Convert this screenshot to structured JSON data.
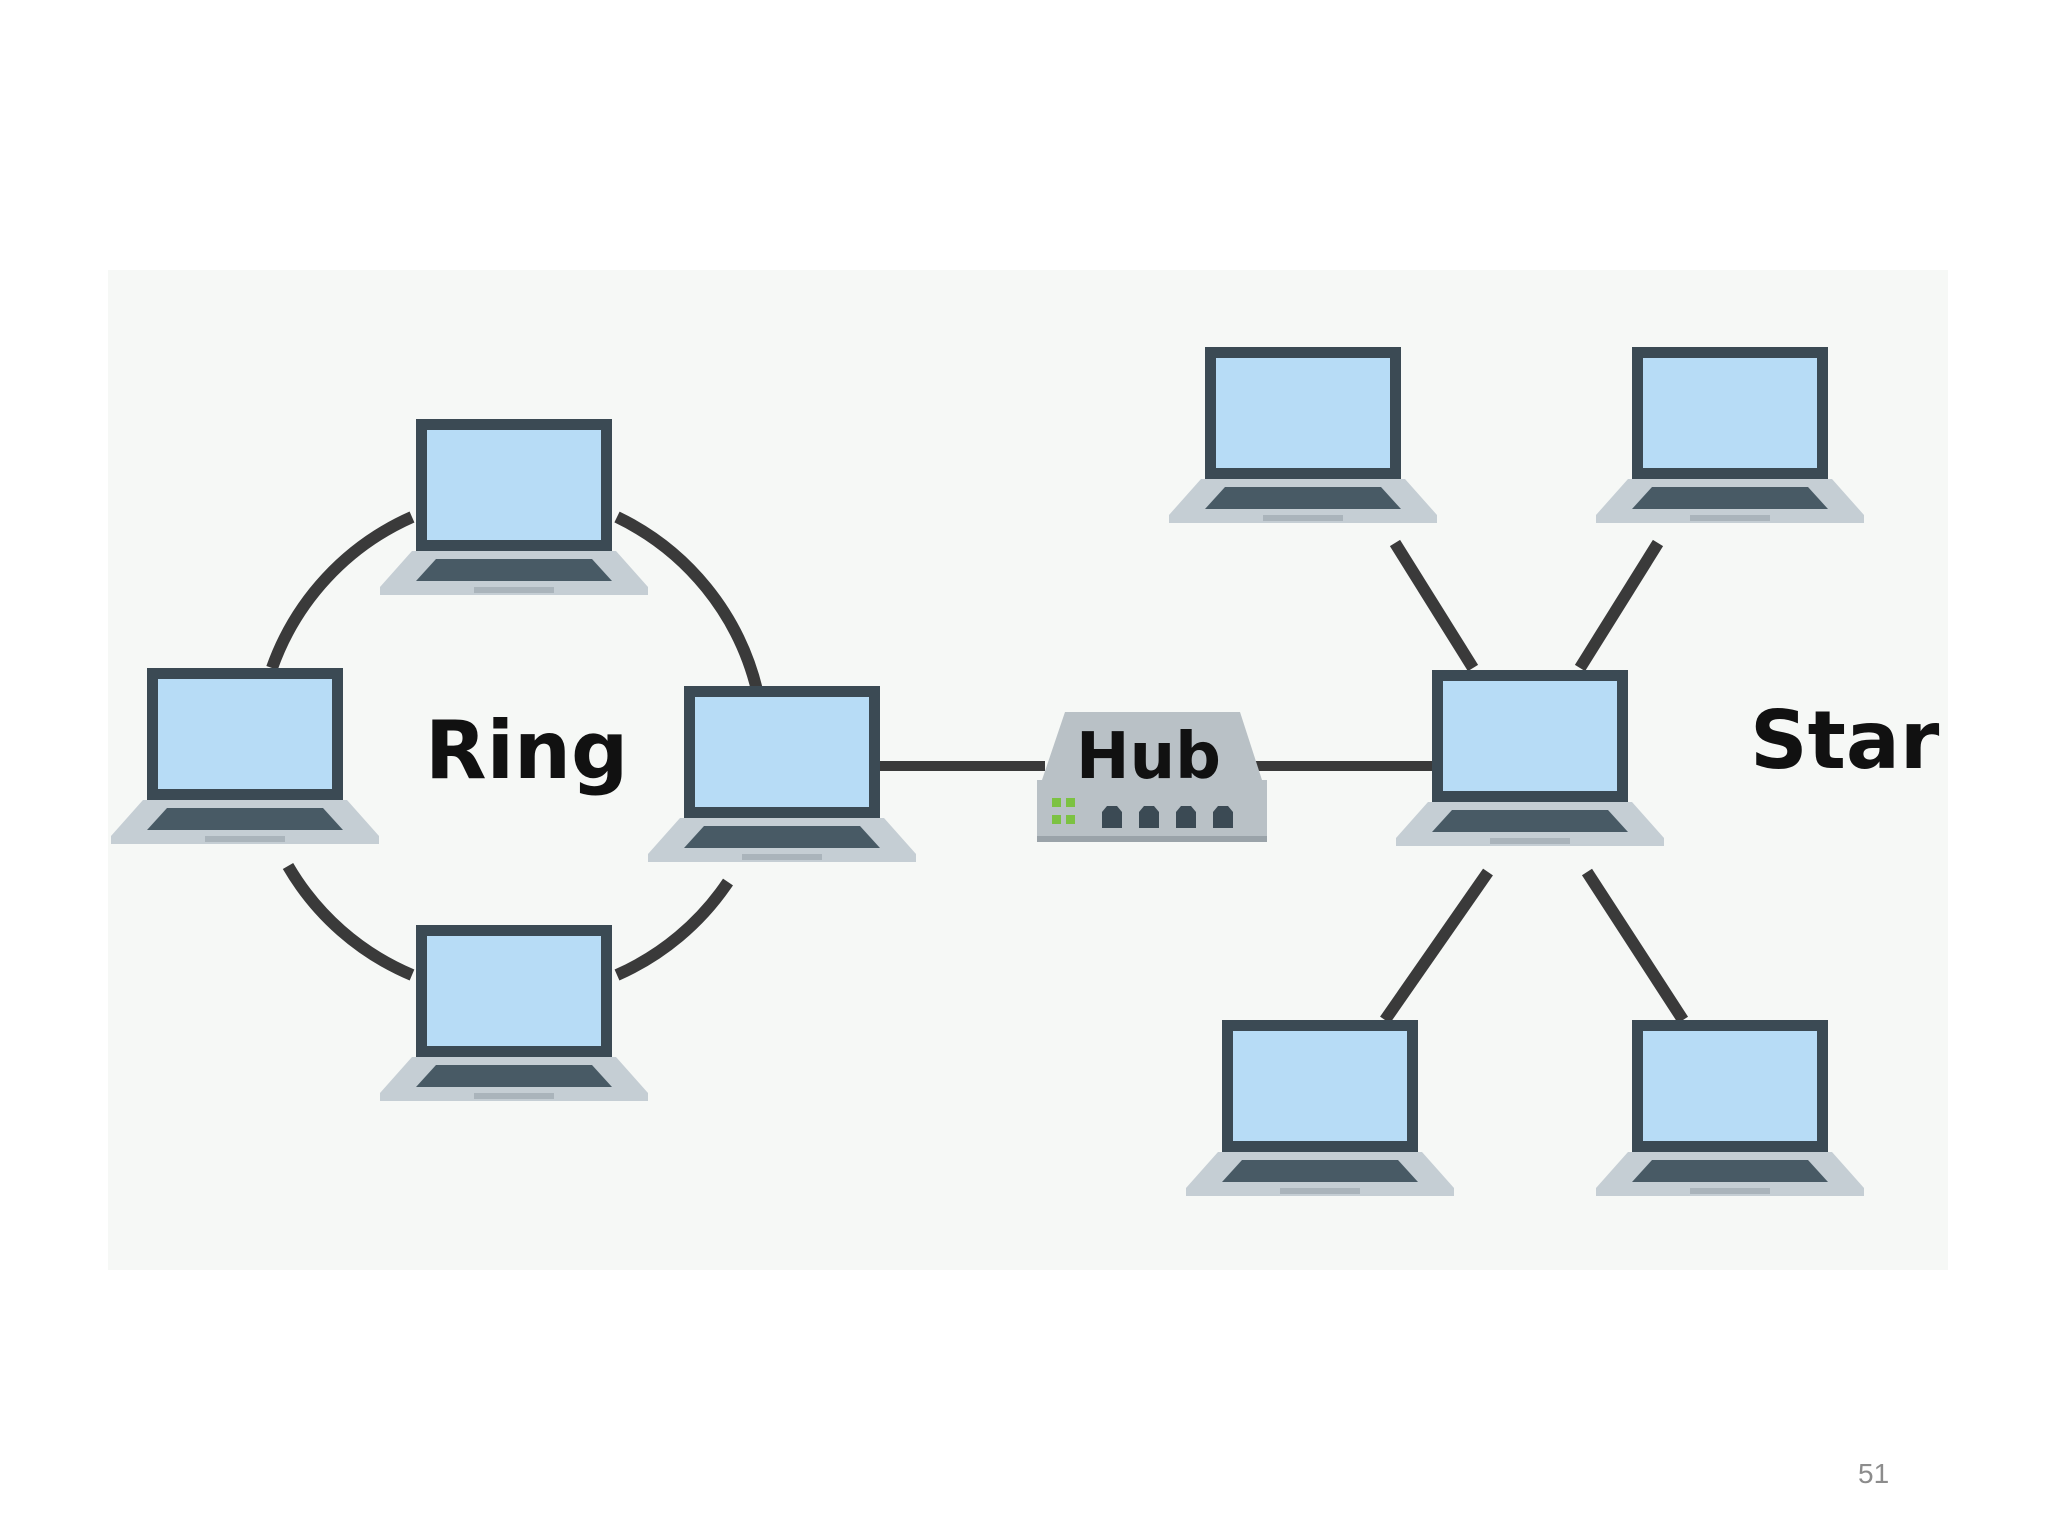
{
  "slide": {
    "number": "51"
  },
  "diagram": {
    "labels": {
      "ring": "Ring",
      "hub": "Hub",
      "star": "Star"
    },
    "colors": {
      "background": "#f6f8f6",
      "screen": "#b7dcf6",
      "frame": "#3b4a54",
      "keyboard": "#485a65",
      "laptop_base": "#c5ced4",
      "link": "#3a3a3a",
      "hub_body": "#b9c1c6",
      "hub_port": "#3b4a54",
      "hub_led": "#7cc242"
    },
    "icons": {
      "computer": "laptop-icon",
      "hub": "network-hub-icon"
    }
  }
}
